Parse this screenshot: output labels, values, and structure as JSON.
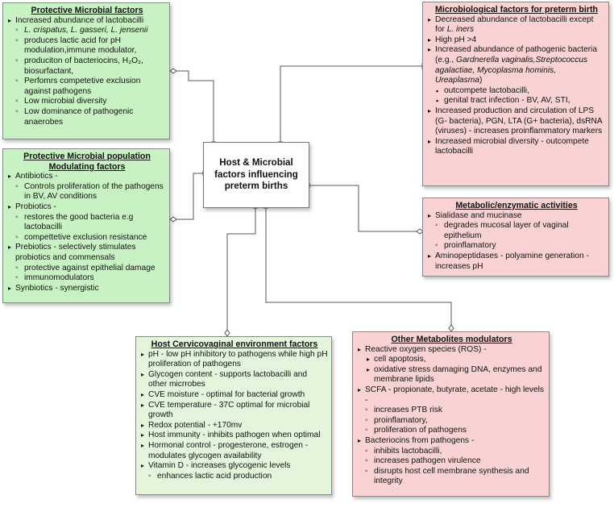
{
  "center": {
    "title": "Host & Microbial factors influencing preterm births"
  },
  "protective": {
    "title": "Protective Microbial factors",
    "items": [
      {
        "level": 1,
        "text": "Increased abundance of lactobacilli"
      },
      {
        "level": 2,
        "text": "L. crispatus, L. gasseri, L. jensenii",
        "italic": true
      },
      {
        "level": 2,
        "text": "produces lactic acid for pH modulation,immune modulator,"
      },
      {
        "level": 2,
        "text": "produciton of bacteriocins, H₂O₂, biosurfactant,"
      },
      {
        "level": 2,
        "text": "Perfomrs competetive exclusion against pathogens"
      },
      {
        "level": 2,
        "text": "Low microbial diversity"
      },
      {
        "level": 2,
        "text": "Low dominance of pathogenic anaerobes"
      }
    ]
  },
  "modulating": {
    "title": "Protective Microbial population Modulating factors",
    "items": [
      {
        "level": 1,
        "text": "Antibiotics -"
      },
      {
        "level": 2,
        "text": "Controls proliferation of the pathogens in BV, AV conditions"
      },
      {
        "level": 1,
        "text": "Probiotics -"
      },
      {
        "level": 2,
        "text": "restores the good bacteria e.g lactobacilli"
      },
      {
        "level": 2,
        "text": "compettetive exclusion resistance"
      },
      {
        "level": 1,
        "text": "Prebiotics - selectively stimulates probiotics and commensals"
      },
      {
        "level": 2,
        "text": "protective against epithelial damage"
      },
      {
        "level": 2,
        "text": "immunomodulators"
      },
      {
        "level": 1,
        "text": "Synbiotics - synergistic"
      }
    ]
  },
  "microbiological": {
    "title": "Microbiological factors for preterm birth",
    "items": [
      {
        "level": 1,
        "text": "Decreased abundance of lactobacilli except for ",
        "tail_italic": "L. iners"
      },
      {
        "level": 1,
        "text": "High pH >4"
      },
      {
        "level": 1,
        "text": "Increased abundance of pathogenic bacteria (e.g., ",
        "tail_italic": "Gardnerella vaginalis,Streptococcus agalactiae, Mycoplasma hominis, Ureaplasma",
        "tail": ")"
      },
      {
        "level": 3,
        "text": "outcompete lactobacilli,"
      },
      {
        "level": 3,
        "text": "genital tract infection - BV, AV, STI,"
      },
      {
        "level": 1,
        "text": "Increased production and circulation of LPS (G- bacteria), PGN, LTA (G+ bacteria), dsRNA (viruses) -  increases proinflammatory markers"
      },
      {
        "level": 1,
        "text": "Increased microbial diversity - outcompete lactobacilli"
      }
    ]
  },
  "metabolic": {
    "title": "Metabolic/enzymatic activities",
    "items": [
      {
        "level": 1,
        "text": "Sialidase  and mucinase"
      },
      {
        "level": 2,
        "text": "degrades mucosal layer of vaginal epithelium"
      },
      {
        "level": 2,
        "text": "proinflamatory"
      },
      {
        "level": 1,
        "text": "Aminopeptidases - polyamine generation - increases pH"
      }
    ]
  },
  "host": {
    "title": "Host Cervicovaginal environment factors",
    "items": [
      {
        "level": 1,
        "text": "pH - low pH inhibitory to pathogens while high pH proliferation of pathogens"
      },
      {
        "level": 1,
        "text": "Glycogen content - supports lactobacilli and other micrrobes"
      },
      {
        "level": 1,
        "text": "CVE moisture - optimal for bacterial growth"
      },
      {
        "level": 1,
        "text": "CVE temperature - 37C optimal for microbial growth"
      },
      {
        "level": 1,
        "text": "Redox potential - +170mv"
      },
      {
        "level": 1,
        "text": "Host immunity - inhibits pathogen when optimal"
      },
      {
        "level": 1,
        "text": "Hormonal control - progesterone, estrogen - modulates glycogen availability"
      },
      {
        "level": 1,
        "text": "Vitamin D - increases glycogenic levels"
      },
      {
        "level": 2,
        "text": "enhances lactic acid production"
      }
    ]
  },
  "metabolites": {
    "title": "Other Metabolites modulators",
    "items": [
      {
        "level": 1,
        "text": "Reactive oxygen species (ROS) -"
      },
      {
        "level": 4,
        "text": "cell apoptosis,"
      },
      {
        "level": 4,
        "text": "oxidative stress damaging DNA, enzymes and membrane lipids"
      },
      {
        "level": 1,
        "text": "SCFA - propionate, butyrate, acetate - high levels -"
      },
      {
        "level": 2,
        "text": "increases PTB risk"
      },
      {
        "level": 2,
        "text": "proinflamatory,"
      },
      {
        "level": 2,
        "text": "proliferation of pathogens"
      },
      {
        "level": 1,
        "text": "Bacteriocins from pathogens -"
      },
      {
        "level": 2,
        "text": "inhibits lactobacilli,"
      },
      {
        "level": 2,
        "text": "increases pathogen virulence"
      },
      {
        "level": 2,
        "text": "disrupts host cell membrane synthesis and integrity"
      }
    ]
  }
}
